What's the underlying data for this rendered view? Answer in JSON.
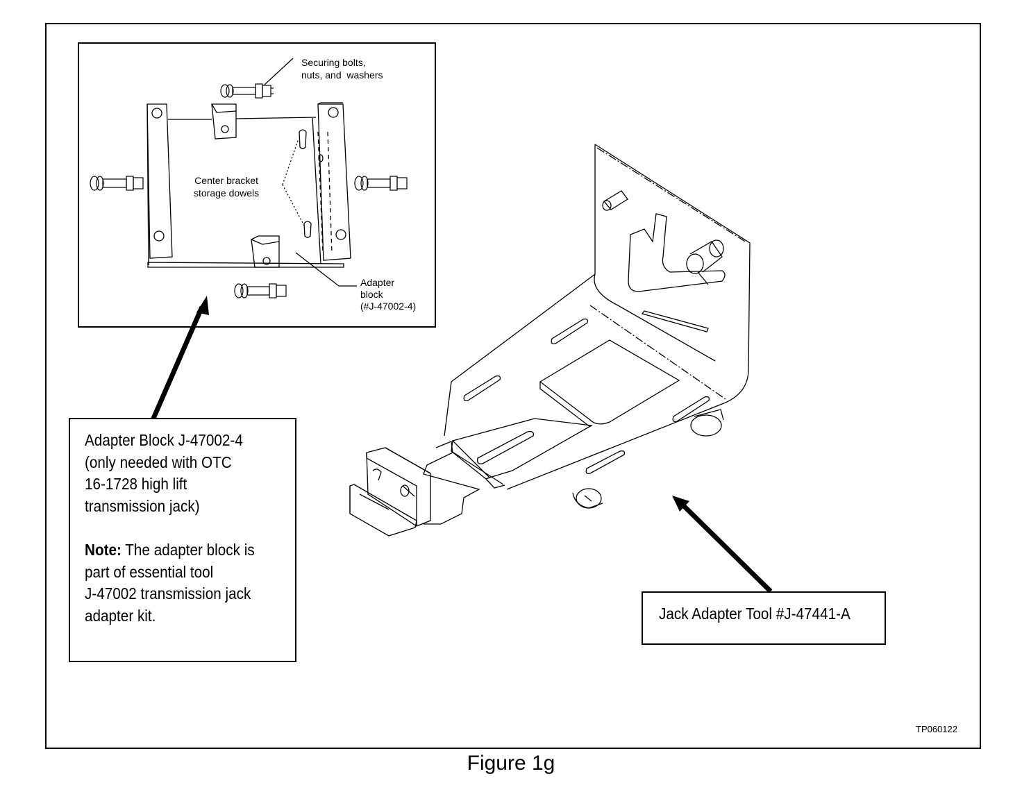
{
  "inset": {
    "label_bolts": "Securing bolts,\nnuts, and  washers",
    "label_dowels": "Center bracket\nstorage dowels",
    "label_adapter": "Adapter\nblock\n(#J-47002-4)"
  },
  "callout_adapter": {
    "lines": [
      "Adapter Block J-47002-4",
      "(only needed with OTC",
      "16-1728 high lift",
      "transmission jack)"
    ],
    "note_label": "Note:",
    "note_text_1": " The adapter block is",
    "note_lines": [
      "part of essential tool",
      "J-47002 transmission jack",
      "adapter kit."
    ]
  },
  "callout_jack": {
    "text": "Jack Adapter Tool #J-47441-A"
  },
  "figure_code": "TP060122",
  "caption": "Figure 1g",
  "colors": {
    "ink": "#000000",
    "paper": "#ffffff"
  }
}
